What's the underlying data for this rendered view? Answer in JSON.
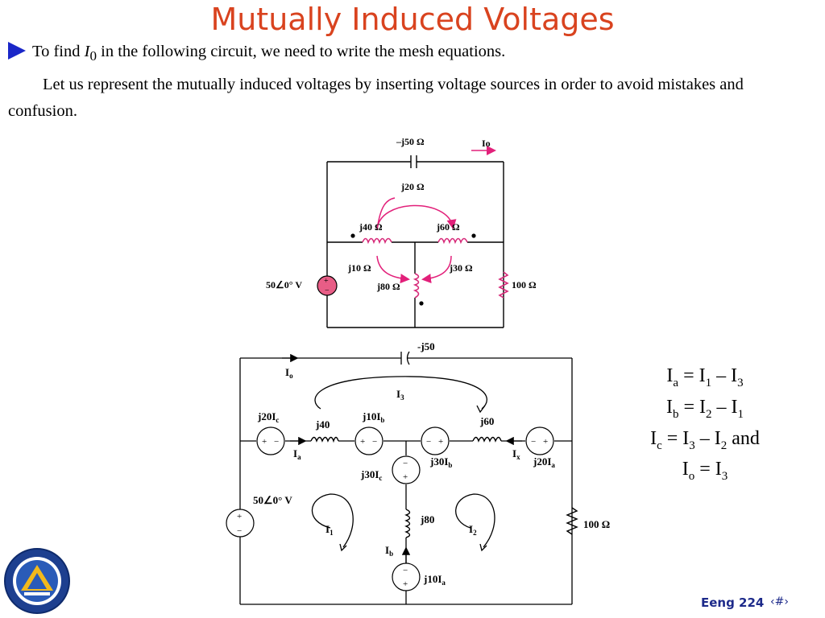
{
  "slide": {
    "title": "Mutually Induced Voltages",
    "line1_pre": "To find ",
    "line1_var": "I",
    "line1_sub": "0",
    "line1_post": " in the following circuit, we need to write the mesh equations.",
    "paragraph": "Let us represent the mutually induced voltages by inserting voltage sources in order to avoid mistakes and confusion.",
    "footer": "Eeng 224",
    "page_number": "‹#›"
  },
  "circuit1": {
    "cap_label": "–j50 Ω",
    "io_label": "Io",
    "mutual_top": "j20 Ω",
    "ind_left": "j40 Ω",
    "ind_right": "j60 Ω",
    "mutual_left": "j10 Ω",
    "mutual_right": "j30 Ω",
    "ind_mid": "j80 Ω",
    "source": "50∠0° V",
    "resistor": "100 Ω"
  },
  "circuit2": {
    "cap": "-j50",
    "io": "I",
    "io_sub": "o",
    "i3": "I",
    "i3_sub": "3",
    "src_left_pre": "j20I",
    "src_left_sub": "c",
    "ind_left": "j40",
    "ia": "I",
    "ia_sub": "a",
    "src_mid_pre": "j10I",
    "src_mid_sub": "b",
    "src_mid2_pre": "j30I",
    "src_mid2_sub": "b",
    "ind_right": "j60",
    "ix": "I",
    "ix_sub": "x",
    "src_right_pre": "j20I",
    "src_right_sub": "a",
    "src_vert_pre": "j30I",
    "src_vert_sub": "c",
    "source": "50∠0° V",
    "i1": "I",
    "i1_sub": "1",
    "ind_mid": "j80",
    "i2": "I",
    "i2_sub": "2",
    "resistor": "100 Ω",
    "ib": "I",
    "ib_sub": "b",
    "src_bottom_pre": "j10I",
    "src_bottom_sub": "a"
  },
  "equations": [
    {
      "lhs": "I",
      "lhs_sub": "a",
      "rhs": "= I",
      "r1": "1",
      "mid": " – I",
      "r2": "3",
      "tail": ""
    },
    {
      "lhs": "I",
      "lhs_sub": "b",
      "rhs": "= I",
      "r1": "2",
      "mid": " – I",
      "r2": "1",
      "tail": ""
    },
    {
      "lhs": "I",
      "lhs_sub": "c",
      "rhs": "= I",
      "r1": "3",
      "mid": " – I",
      "r2": "2",
      "tail": "  and"
    },
    {
      "lhs": "I",
      "lhs_sub": "o",
      "rhs": "= I",
      "r1": "3",
      "mid": "",
      "r2": "",
      "tail": ""
    }
  ]
}
